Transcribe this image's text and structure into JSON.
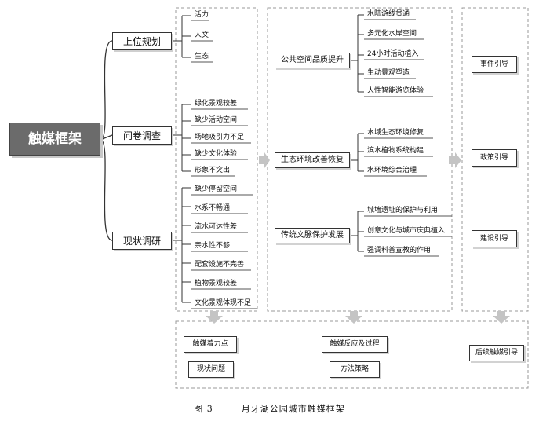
{
  "root": "触媒框架",
  "branches": [
    {
      "label": "上位规划",
      "items": [
        "活力",
        "人文",
        "生态"
      ]
    },
    {
      "label": "问卷调查",
      "items": [
        "绿化景观较差",
        "缺少活动空间",
        "场地吸引力不足",
        "缺少文化体验",
        "形象不突出"
      ]
    },
    {
      "label": "现状调研",
      "items": [
        "缺少停留空间",
        "水系不畅通",
        "流水可达性差",
        "亲水性不够",
        "配套设施不完善",
        "植物景观较差",
        "文化景观体现不足"
      ]
    }
  ],
  "middle": [
    {
      "label": "公共空间品质提升",
      "items": [
        "水陆游线贯通",
        "多元化水岸空间",
        "24小时活动植入",
        "生动景观塑造",
        "人性智能游览体验"
      ]
    },
    {
      "label": "生态环境改善恢复",
      "items": [
        "水域生态环境修复",
        "滨水植物系统构建",
        "水环境综合治理"
      ]
    },
    {
      "label": "传统文脉保护发展",
      "items": [
        "城墙遗址的保护与利用",
        "创意文化与城市庆典植入",
        "强调科普宣教的作用"
      ]
    }
  ],
  "right": [
    "事件引导",
    "政策引导",
    "建设引导"
  ],
  "bottom": {
    "col1": [
      "触媒着力点",
      "现状问题"
    ],
    "col2": [
      "触媒反应及过程",
      "方法策略"
    ],
    "col3": [
      "后续触媒引导"
    ]
  },
  "caption": {
    "number": "图 3",
    "title": "月牙湖公园城市触媒框架"
  },
  "colors": {
    "line": "#333333",
    "dash": "#9a9a9a",
    "arrow": "#c4c4c4",
    "root_fill": "#6b6b6b"
  }
}
